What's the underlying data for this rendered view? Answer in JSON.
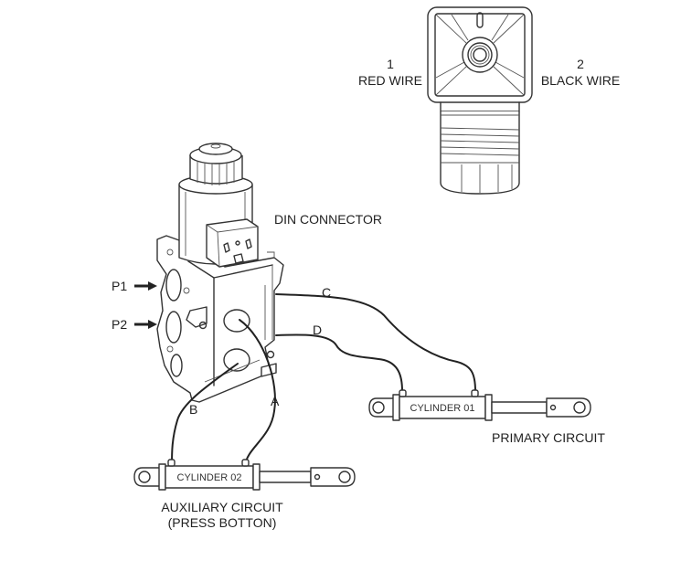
{
  "diagram": {
    "type": "solenoid-valve-wiring-and-hydraulic-diagram",
    "din_connector_detail": {
      "pin_1": {
        "number": "1",
        "label": "RED WIRE"
      },
      "pin_2": {
        "number": "2",
        "label": "BLACK WIRE"
      }
    },
    "valve": {
      "connector_label": "DIN CONNECTOR",
      "inlet_ports": [
        {
          "label": "P1"
        },
        {
          "label": "P2"
        }
      ],
      "outlet_ports": [
        {
          "label": "A"
        },
        {
          "label": "B"
        },
        {
          "label": "C"
        },
        {
          "label": "D"
        }
      ]
    },
    "cylinders": [
      {
        "id": "cyl1",
        "label": "CYLINDER 01",
        "circuit": "PRIMARY CIRCUIT",
        "circuit_note": "",
        "connected_ports": [
          "C",
          "D"
        ]
      },
      {
        "id": "cyl2",
        "label": "CYLINDER 02",
        "circuit": "AUXILIARY CIRCUIT",
        "circuit_note": "(PRESS BOTTON)",
        "connected_ports": [
          "A",
          "B"
        ]
      }
    ],
    "colors": {
      "line": "#333333",
      "background": "#ffffff"
    }
  }
}
